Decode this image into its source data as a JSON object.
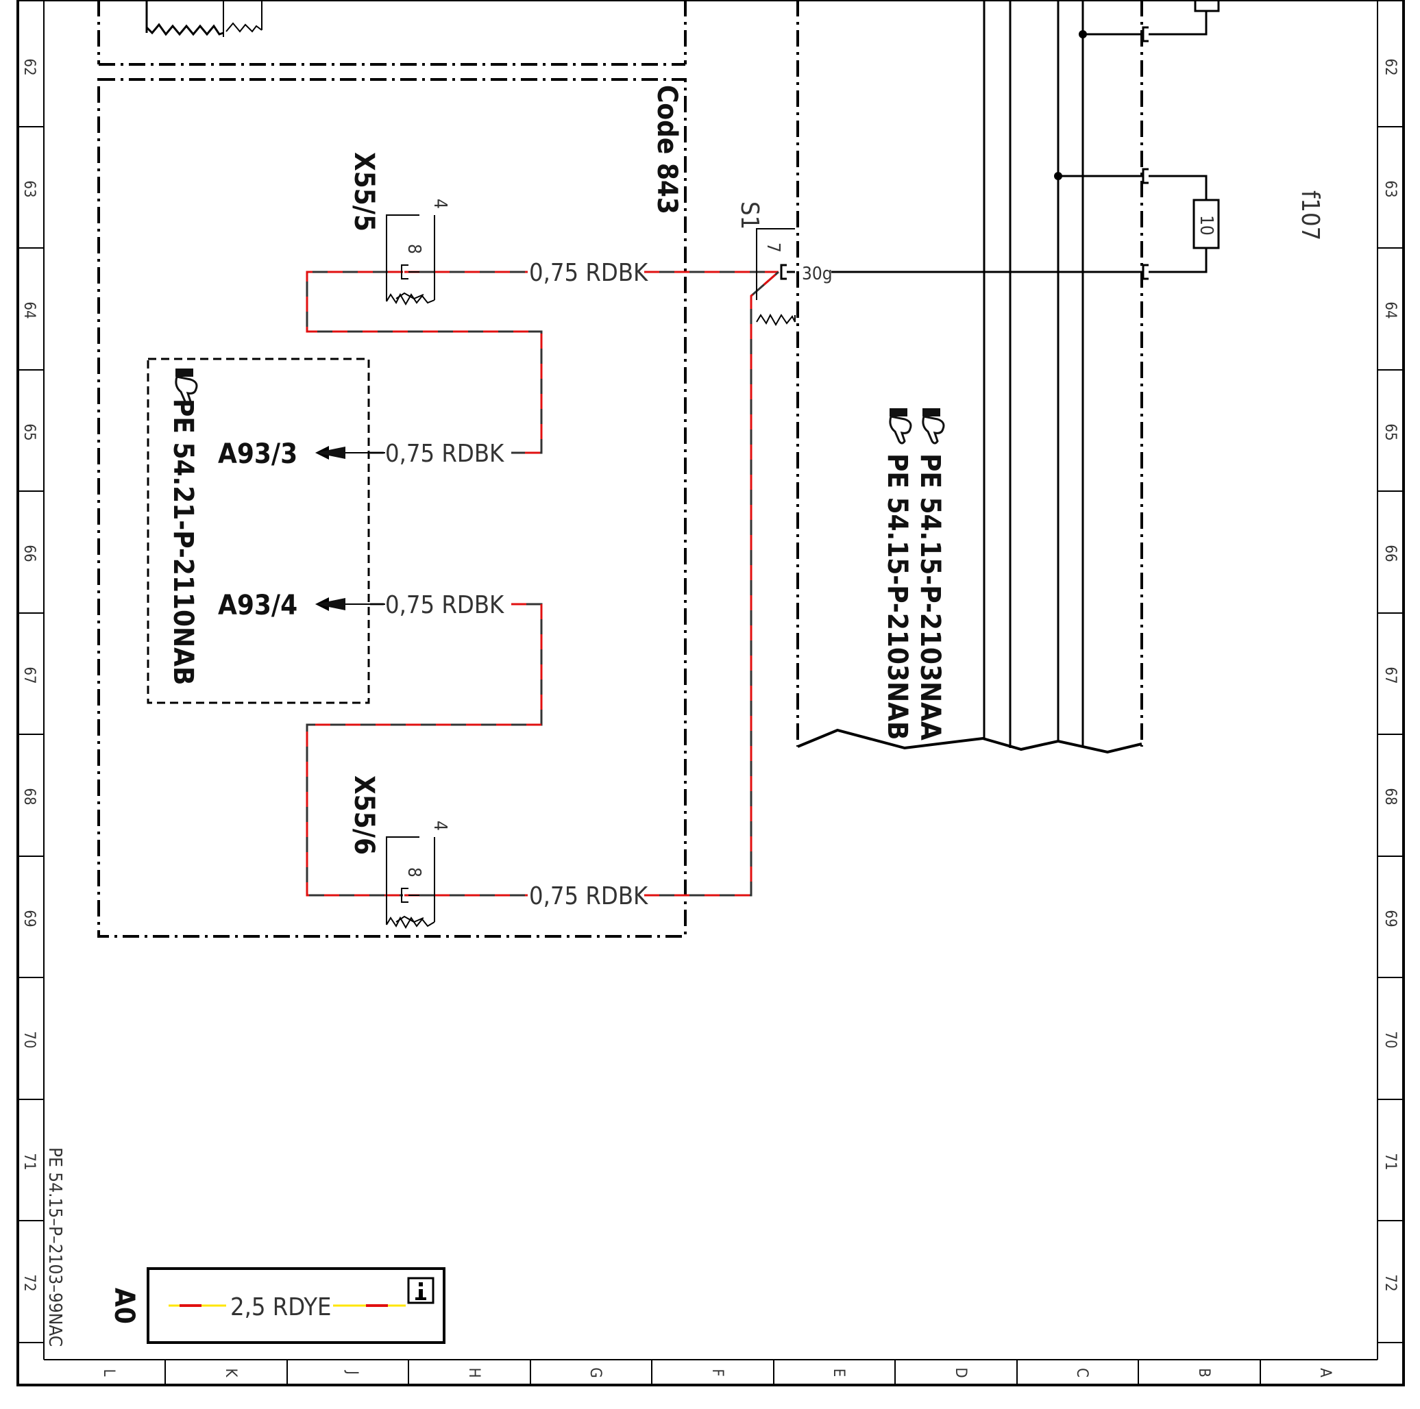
{
  "frame": {
    "row_labels": [
      "62",
      "63",
      "64",
      "65",
      "66",
      "67",
      "68",
      "69",
      "70",
      "71",
      "72"
    ],
    "column_labels": [
      "L",
      "K",
      "J",
      "H",
      "G",
      "F",
      "E",
      "D",
      "C",
      "B",
      "A"
    ]
  },
  "title_block": {
    "doc_ref": "PE 54.15–P–2103–99NAC",
    "sheet": "A0"
  },
  "code_box": {
    "label": "Code 843"
  },
  "connectors": [
    {
      "name": "X55/5",
      "pin_a": "4",
      "pin_b": "8"
    },
    {
      "name": "X55/6",
      "pin_a": "4",
      "pin_b": "8"
    }
  ],
  "switch": {
    "name": "S1",
    "pin": "7",
    "terminal": "30g"
  },
  "wires": {
    "top": "0,75 RDBK",
    "a93_3": "0,75 RDBK",
    "a93_4": "0,75 RDBK",
    "bottom": "0,75 RDBK"
  },
  "targets": {
    "a93_3": "A93/3",
    "a93_4": "A93/4"
  },
  "references": {
    "inner": "PE 54.21-P-2110NAB",
    "right_1": "PE 54.15-P-2103NAA",
    "right_2": "PE 54.15-P-2103NAB"
  },
  "fuse": {
    "name": "f107",
    "value": "10"
  },
  "legend": {
    "wire": "2,5 RDYE"
  },
  "colors": {
    "red": "#e01010",
    "yellow": "#ffe600",
    "black": "#000000"
  }
}
